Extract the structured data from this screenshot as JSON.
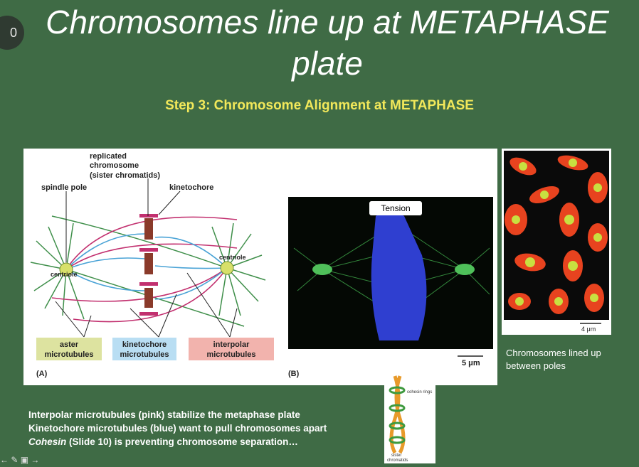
{
  "slide": {
    "number": "0"
  },
  "title": "Chromosomes line up at METAPHASE plate",
  "subtitle": "Step 3: Chromosome Alignment at METAPHASE",
  "figure_a": {
    "labels": {
      "replicated": "replicated",
      "chromosome": "chromosome",
      "sister": "(sister chromatids)",
      "spindle_pole": "spindle pole",
      "kinetochore": "kinetochore",
      "centriole_left": "centriole",
      "centriole_right": "centriole",
      "panel": "(A)"
    },
    "legend": {
      "aster_1": "aster",
      "aster_2": "microtubules",
      "kin_1": "kinetochore",
      "kin_2": "microtubules",
      "inter_1": "interpolar",
      "inter_2": "microtubules"
    },
    "colors": {
      "aster": "#dde3a0",
      "kinetochore": "#b9def3",
      "interpolar": "#f2b3ad"
    }
  },
  "figure_b": {
    "tension": "Tension",
    "scale": "5 μm",
    "panel": "(B)"
  },
  "figure_c": {
    "scale": "4 μm",
    "caption_1": "Chromosomes lined up",
    "caption_2": "between poles"
  },
  "cohesin": {
    "rings": "cohesin rings",
    "sister": "sister",
    "chromatids": "chromatids"
  },
  "notes": {
    "line1": "Interpolar microtubules (pink) stabilize the metaphase plate",
    "line2": "Kinetochore microtubules (blue) want to pull chromosomes apart",
    "line3_italic": "Cohesin",
    "line3_rest": " (Slide 10) is preventing chromosome separation…"
  }
}
